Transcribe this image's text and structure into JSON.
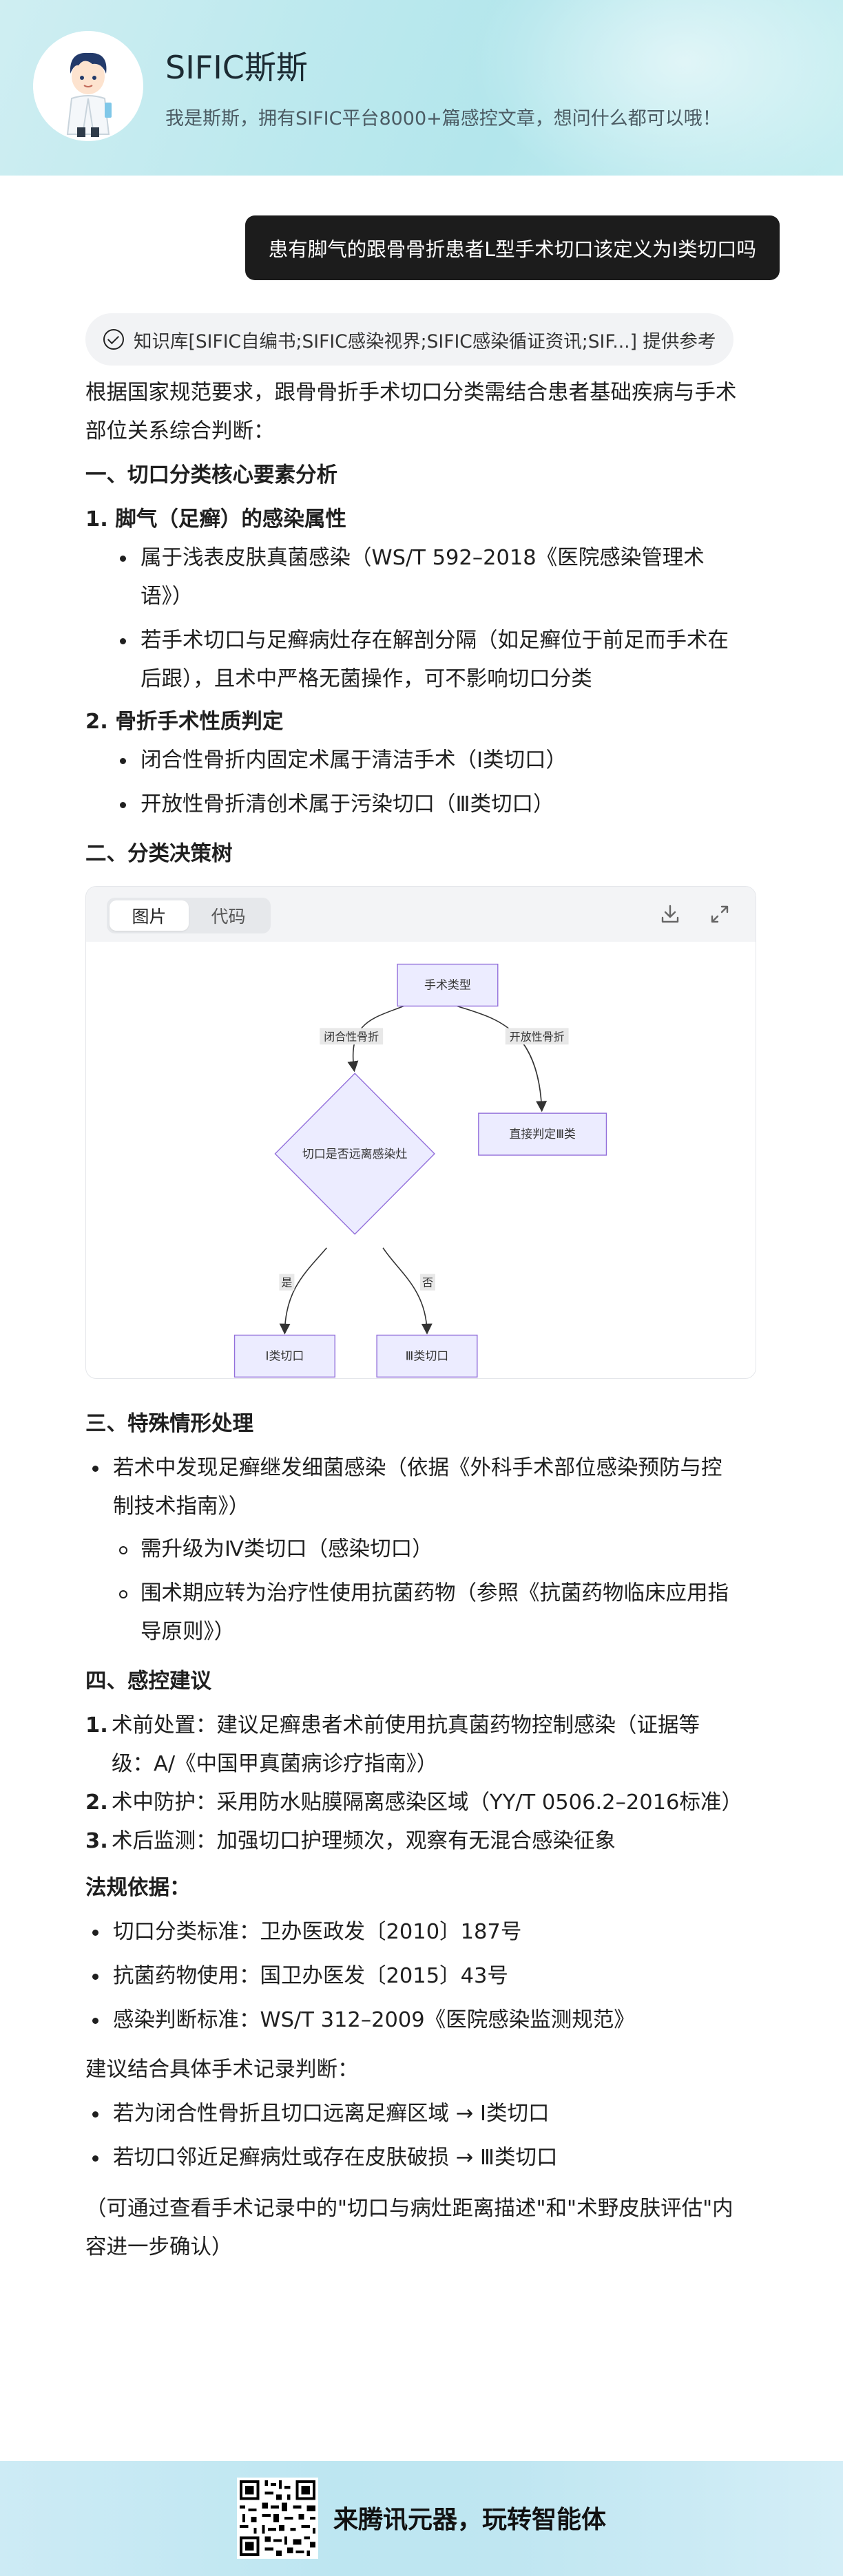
{
  "header": {
    "title": "SIFIC斯斯",
    "subtitle": "我是斯斯，拥有SIFIC平台8000+篇感控文章，想问什么都可以哦！"
  },
  "chat": {
    "user_message": "患有脚气的跟骨骨折患者L型手术切口该定义为Ⅰ类切口吗",
    "source_text": "知识库[SIFIC自编书;SIFIC感染视界;SIFIC感染循证资讯;SIF...] 提供参考",
    "intro": "根据国家规范要求，跟骨骨折手术切口分类需结合患者基础疾病与手术部位关系综合判断：",
    "sec1": {
      "title": "一、切口分类核心要素分析",
      "sub1_title": "1. 脚气（足癣）的感染属性",
      "sub1_items": [
        "属于浅表皮肤真菌感染（WS/T 592–2018《医院感染管理术语》）",
        "若手术切口与足癣病灶存在解剖分隔（如足癣位于前足而手术在后跟），且术中严格无菌操作，可不影响切口分类"
      ],
      "sub2_title": "2. 骨折手术性质判定",
      "sub2_items": [
        "闭合性骨折内固定术属于清洁手术（Ⅰ类切口）",
        "开放性骨折清创术属于污染切口（Ⅲ类切口）"
      ]
    },
    "sec2": {
      "title": "二、分类决策树",
      "tab_image": "图片",
      "tab_code": "代码",
      "nodes": {
        "root": "手术类型",
        "decision": "切口是否远离感染灶",
        "direct": "直接判定Ⅲ类",
        "class1": "Ⅰ类切口",
        "class3": "Ⅲ类切口"
      },
      "edges": {
        "closed": "闭合性骨折",
        "open": "开放性骨折",
        "yes": "是",
        "no": "否"
      }
    },
    "sec3": {
      "title": "三、特殊情形处理",
      "item": "若术中发现足癣继发细菌感染（依据《外科手术部位感染预防与控制技术指南》）",
      "subitems": [
        "需升级为Ⅳ类切口（感染切口）",
        "围术期应转为治疗性使用抗菌药物（参照《抗菌药物临床应用指导原则》）"
      ]
    },
    "sec4": {
      "title": "四、感控建议",
      "items": [
        {
          "n": "1.",
          "text": "术前处置：建议足癣患者术前使用抗真菌药物控制感染（证据等级：A/《中国甲真菌病诊疗指南》）"
        },
        {
          "n": "2.",
          "text": "术中防护：采用防水贴膜隔离感染区域（YY/T 0506.2–2016标准）"
        },
        {
          "n": "3.",
          "text": "术后监测：加强切口护理频次，观察有无混合感染征象"
        }
      ]
    },
    "law": {
      "title": "法规依据：",
      "items": [
        "切口分类标准：卫办医政发〔2010〕187号",
        "抗菌药物使用：国卫办医发〔2015〕43号",
        "感染判断标准：WS/T 312–2009《医院感染监测规范》"
      ]
    },
    "advice": {
      "intro": "建议结合具体手术记录判断：",
      "items": [
        "若为闭合性骨折且切口远离足癣区域 → Ⅰ类切口",
        "若切口邻近足癣病灶或存在皮肤破损 → Ⅲ类切口"
      ],
      "note": "（可通过查看手术记录中的\"切口与病灶距离描述\"和\"术野皮肤评估\"内容进一步确认）"
    }
  },
  "footer": {
    "text": "来腾讯元器，玩转智能体"
  },
  "colors": {
    "header_bg": "#bde9ee",
    "bubble_bg": "#1c1c1c",
    "node_fill": "#ececff",
    "node_stroke": "#9370db",
    "footer_bg": "#c6e8f3"
  }
}
